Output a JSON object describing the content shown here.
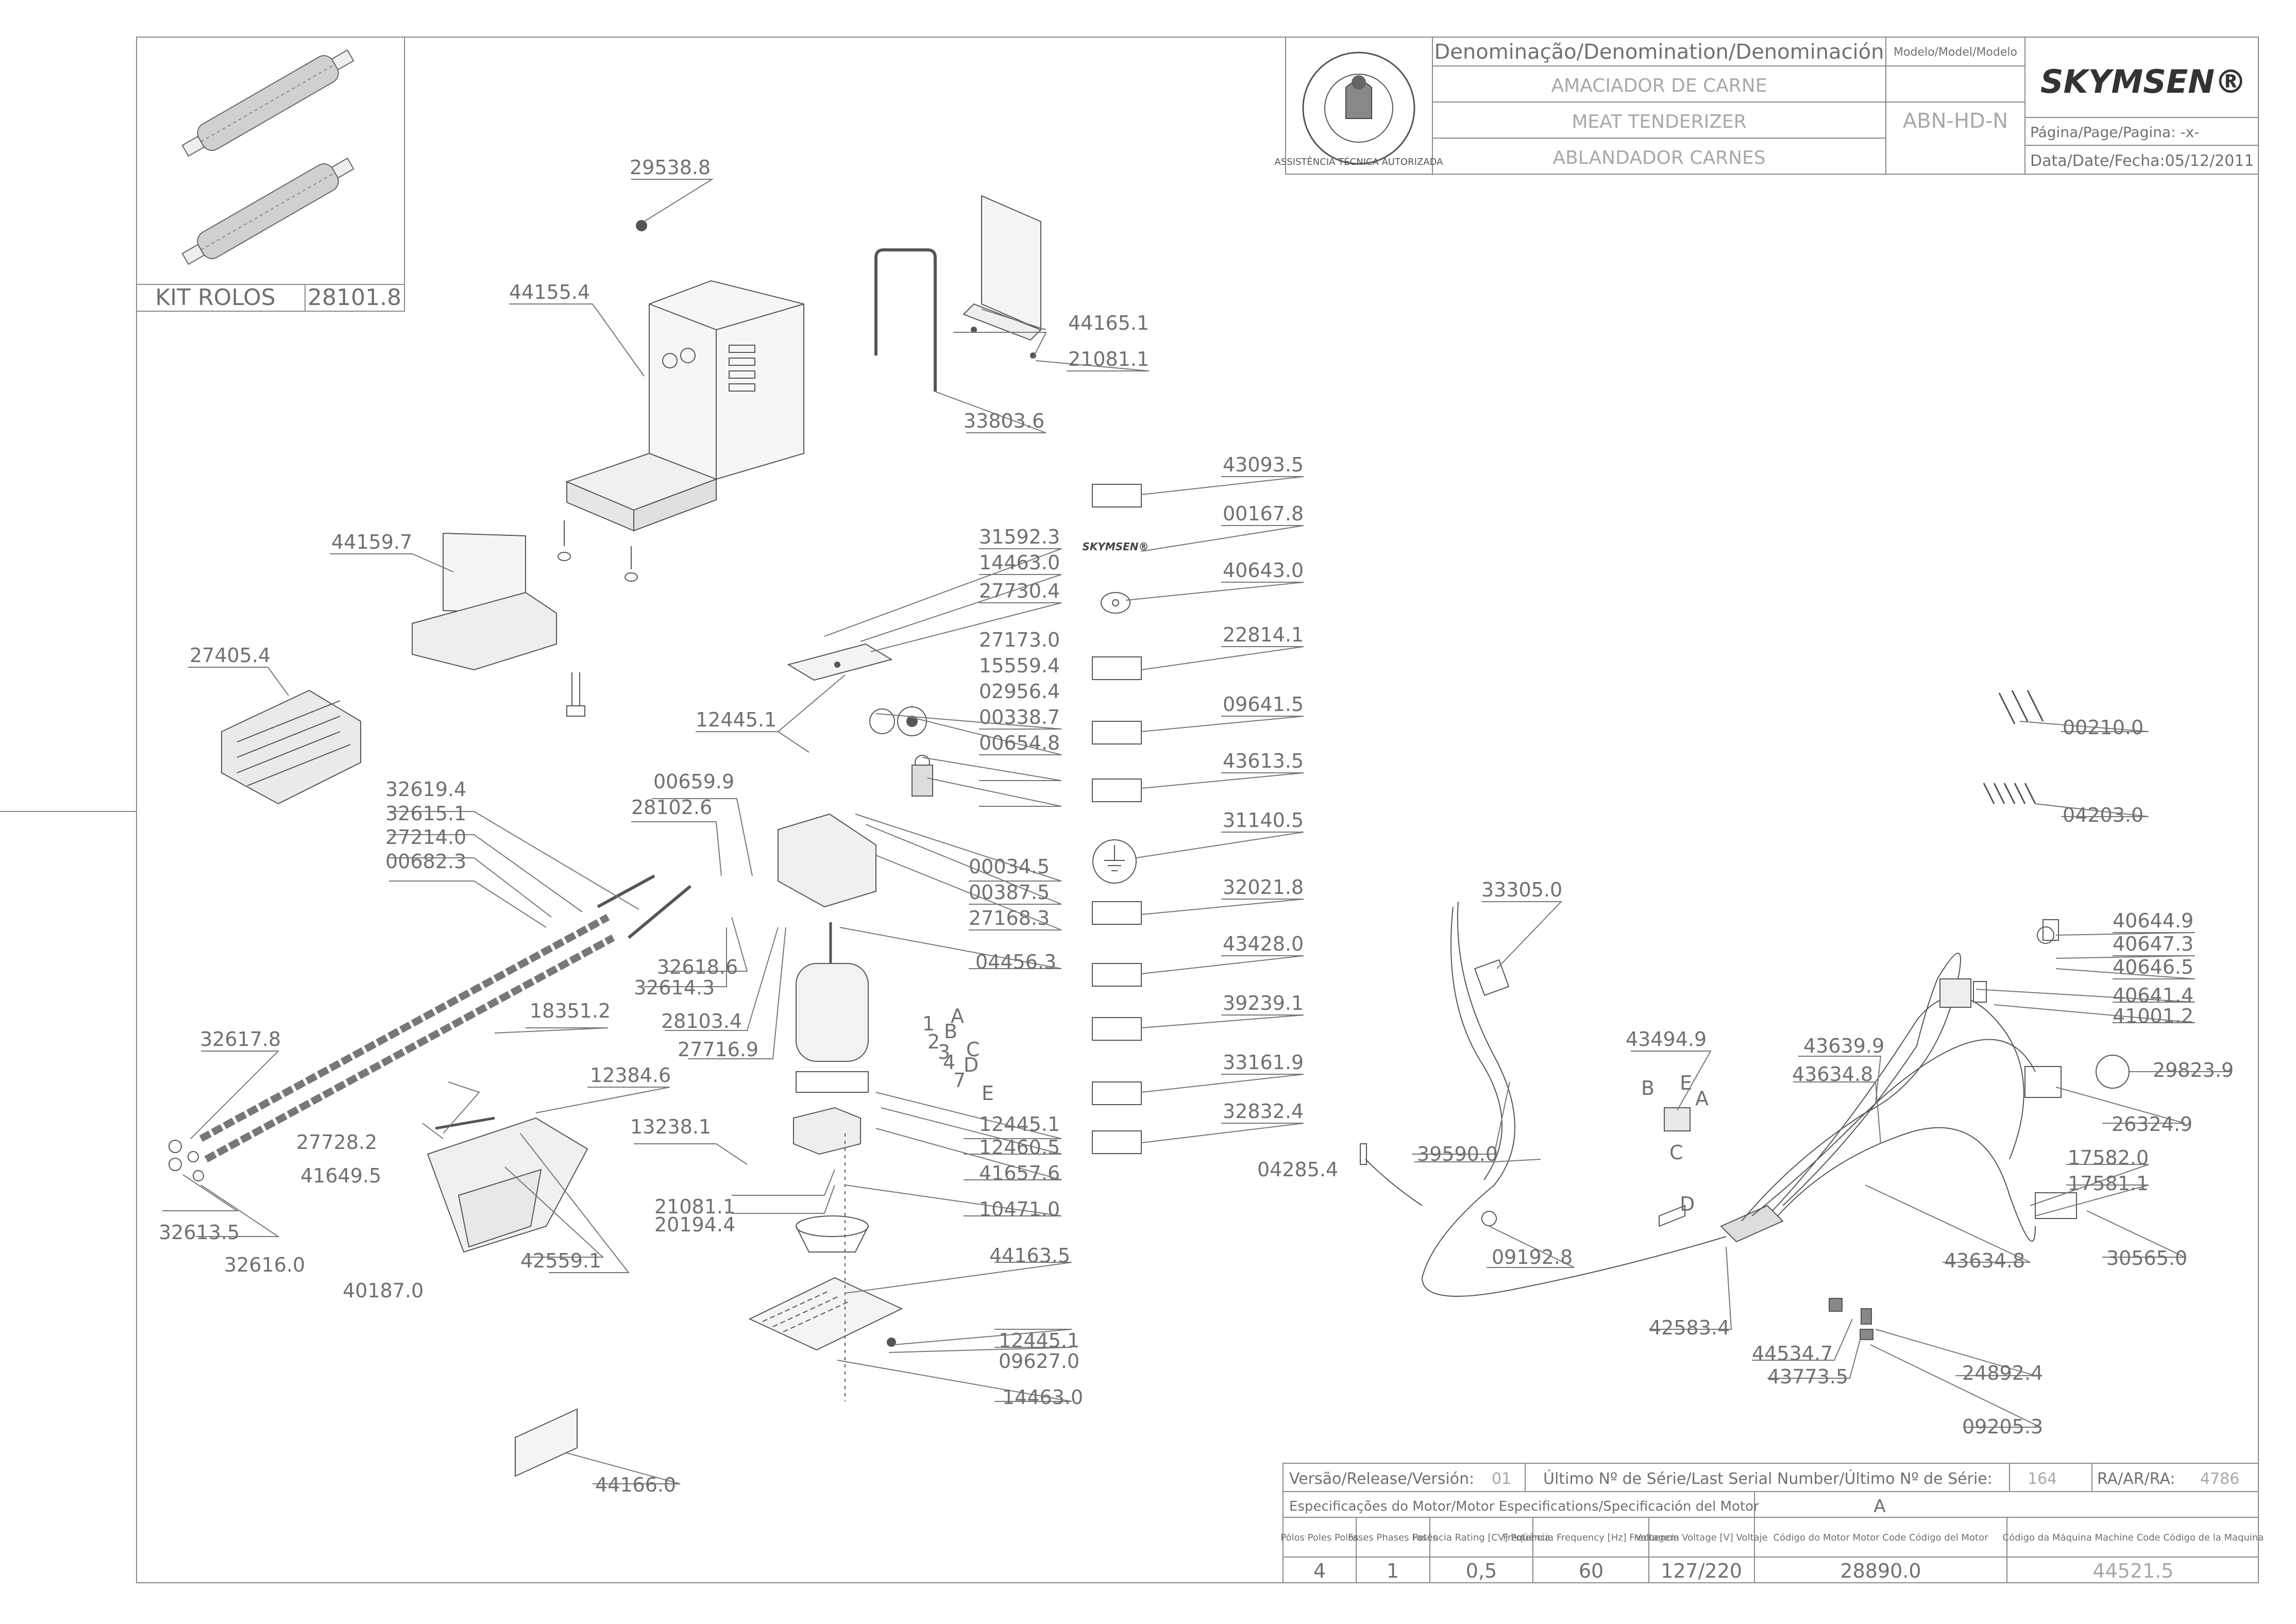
{
  "title_block": {
    "denomination_header": "Denominação/Denomination/Denominación",
    "name_pt": "AMACIADOR DE CARNE",
    "name_en": "MEAT TENDERIZER",
    "name_es": "ABLANDADOR CARNES",
    "model_header": "Modelo/Model/Modelo",
    "model": "ABN-HD-N",
    "brand": "SKYMSEN®",
    "stamp_text": "ASSISTÊNCIA TÉCNICA AUTORIZADA",
    "page": "Página/Page/Pagina: -x-",
    "date": "Data/Date/Fecha:05/12/2011"
  },
  "kit": {
    "name": "KIT ROLOS",
    "code": "28101.8"
  },
  "parts": [
    "29538.8",
    "44155.4",
    "33803.6",
    "44165.1",
    "21081.1",
    "44159.7",
    "27405.4",
    "43093.5",
    "00167.8",
    "40643.0",
    "22814.1",
    "09641.5",
    "43613.5",
    "31140.5",
    "32021.8",
    "43428.0",
    "39239.1",
    "33161.9",
    "32832.4",
    "31592.3",
    "14463.0",
    "27730.4",
    "27173.0",
    "15559.4",
    "02956.4",
    "00338.7",
    "00654.8",
    "12445.1",
    "00659.9",
    "28102.6",
    "32619.4",
    "32615.1",
    "27214.0",
    "00682.3",
    "00034.5",
    "00387.5",
    "27168.3",
    "32618.6",
    "32614.3",
    "04456.3",
    "28103.4",
    "27716.9",
    "18351.2",
    "32617.8",
    "12384.6",
    "13238.1",
    "27728.2",
    "41649.5",
    "21081.1",
    "20194.4",
    "12445.1",
    "12460.5",
    "41657.6",
    "10471.0",
    "32613.5",
    "32616.0",
    "42559.1",
    "40187.0",
    "44163.5",
    "12445.1",
    "09627.0",
    "14463.0",
    "44166.0",
    "00210.0",
    "04203.0",
    "33305.0",
    "40644.9",
    "40647.3",
    "40646.5",
    "40641.4",
    "41001.2",
    "43494.9",
    "43639.9",
    "43634.8",
    "29823.9",
    "26324.9",
    "04285.4",
    "39590.0",
    "17582.0",
    "17581.1",
    "43634.8",
    "30565.0",
    "09192.8",
    "42583.4",
    "44534.7",
    "43773.5",
    "24892.4",
    "09205.3"
  ],
  "wire_letters": [
    "A",
    "B",
    "C",
    "D",
    "E",
    "B",
    "E",
    "A",
    "C",
    "D"
  ],
  "wire_numbers": [
    "1",
    "2",
    "3",
    "4",
    "7"
  ],
  "footer": {
    "version_label": "Versão/Release/Versión:",
    "version": "01",
    "serial_label": "Último Nº de Série/Last Serial Number/Último Nº de Série:",
    "serial": "164",
    "ra_label": "RA/AR/RA:",
    "ra": "4786",
    "motor_spec_label": "Especificações do Motor/Motor Especifications/Specificación del Motor",
    "motor_variant": "A",
    "headers": {
      "poles": "Pólos Poles Polos",
      "phases": "Fases Phases Fases",
      "power": "Potência Rating [CV] Potencia",
      "freq": "Freqüência Frequency [Hz] Frecuencia",
      "voltage": "Voltagem Voltage [V] Voltaje",
      "motor_code": "Código do Motor Motor Code Código del Motor",
      "machine_code": "Código da Máquina Machine Code Código de la Maquina"
    },
    "values": {
      "poles": "4",
      "phases": "1",
      "power": "0,5",
      "freq": "60",
      "voltage": "127/220",
      "motor_code": "28890.0",
      "machine_code": "44521.5"
    }
  }
}
